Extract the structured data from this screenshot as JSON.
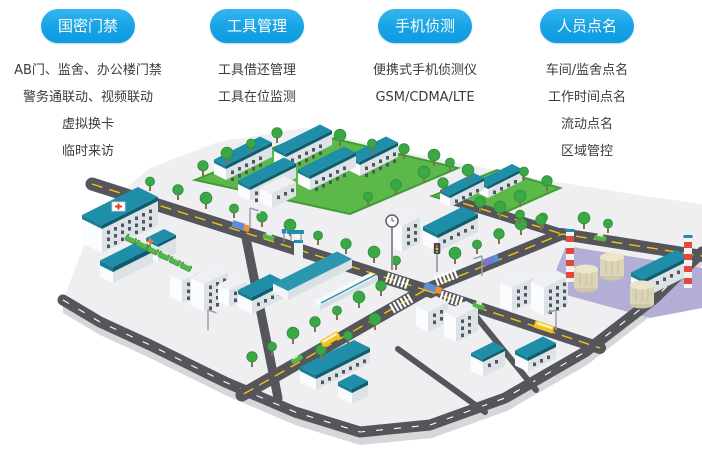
{
  "colors": {
    "accent_blue": "#16a2e5",
    "text_dark": "#3b3b3b",
    "roof_teal": "#1f8fa9",
    "road_gray": "#54565b",
    "lawn_green": "#5cb849",
    "factory_ground_lavender": "#b3aed6"
  },
  "columns": [
    {
      "title": "国密门禁",
      "items": [
        "AB门、监舍、办公楼门禁",
        "警务通联动、视频联动",
        "虚拟换卡",
        "临时来访"
      ]
    },
    {
      "title": "工具管理",
      "items": [
        "工具借还管理",
        "工具在位监测"
      ]
    },
    {
      "title": "手机侦测",
      "items": [
        "便携式手机侦测仪",
        "GSM/CDMA/LTE"
      ]
    },
    {
      "title": "人员点名",
      "items": [
        "车间/监舍点名",
        "工作时间点名",
        "流动点名",
        "区域管控"
      ]
    }
  ]
}
